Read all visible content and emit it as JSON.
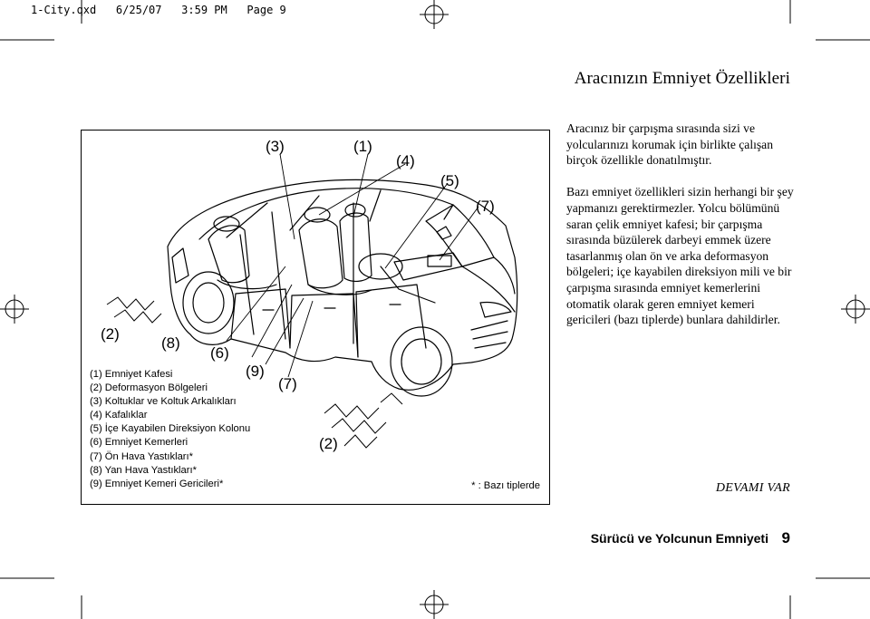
{
  "slug": "1-City.qxd   6/25/07   3:59 PM   Page 9",
  "section_title": "Aracınızın Emniyet Özellikleri",
  "figure": {
    "callouts": {
      "c1": "(1)",
      "c2_left": "(2)",
      "c2_bottom": "(2)",
      "c3": "(3)",
      "c4": "(4)",
      "c5": "(5)",
      "c6": "(6)",
      "c7_top": "(7)",
      "c7_mid": "(7)",
      "c8": "(8)",
      "c9": "(9)"
    },
    "legend": [
      "(1) Emniyet Kafesi",
      "(2) Deformasyon Bölgeleri",
      "(3) Koltuklar ve Koltuk Arkalıkları",
      "(4) Kafalıklar",
      "(5) İçe Kayabilen Direksiyon Kolonu",
      "(6) Emniyet Kemerleri",
      "(7) Ön Hava Yastıkları*",
      "(8) Yan Hava Yastıkları*",
      "(9) Emniyet Kemeri Gericileri*"
    ],
    "footnote": "* : Bazı tiplerde"
  },
  "body": {
    "paragraph1": "Aracınız bir çarpışma sırasında sizi ve yolcularınızı korumak için birlikte çalışan birçok özellikle donatılmıştır.",
    "paragraph2": "Bazı emniyet özellikleri sizin herhangi bir şey yapmanızı gerektirmezler. Yolcu bölümünü saran çelik emniyet kafesi; bir çarpışma sırasında büzülerek darbeyi emmek üzere tasarlanmış olan ön ve arka deformasyon bölgeleri; içe kayabilen direksiyon mili ve bir çarpışma sırasında emniyet kemerlerini otomatik olarak geren emniyet kemeri gericileri (bazı tiplerde) bunlara dahildirler."
  },
  "continued": "DEVAMI VAR",
  "footer": {
    "title": "Sürücü ve Yolcunun Emniyeti",
    "page_number": "9"
  }
}
